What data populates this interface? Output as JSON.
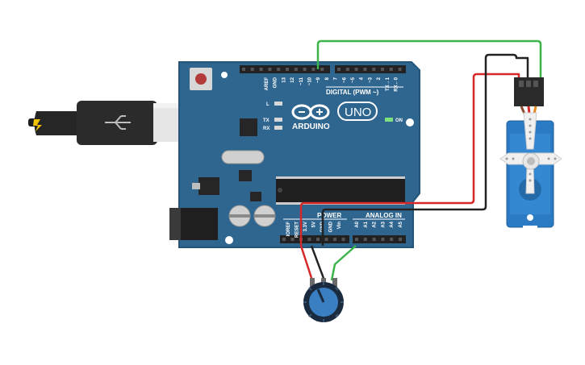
{
  "board": {
    "digital_header": "DIGITAL (PWM ~)",
    "analog_header": "ANALOG IN",
    "power_header": "POWER",
    "brand": "ARDUINO",
    "model": "UNO",
    "on_label": "ON",
    "led_labels": [
      "L",
      "TX",
      "RX"
    ],
    "digital_pins": [
      "AREF",
      "GND",
      "13",
      "12",
      "~11",
      "~10",
      "~9",
      "8",
      "7",
      "~6",
      "~5",
      "4",
      "~3",
      "2",
      "TX→1",
      "RX←0"
    ],
    "power_pins": [
      "IOREF",
      "RESET",
      "3.3V",
      "5V",
      "GND",
      "GND",
      "Vin"
    ],
    "analog_pins": [
      "A0",
      "A1",
      "A2",
      "A3",
      "A4",
      "A5"
    ]
  },
  "colors": {
    "board": "#2f6690",
    "board_edge": "#245578",
    "header": "#222222",
    "wire_green": "#3cb44b",
    "wire_red": "#d62828",
    "wire_black": "#222222",
    "servo": "#2a7bc4",
    "pot_knob": "#3a7fc2"
  },
  "icons": {
    "usb_plug": "usb-symbol-icon",
    "arduino_logo": "infinity-logo-icon"
  }
}
